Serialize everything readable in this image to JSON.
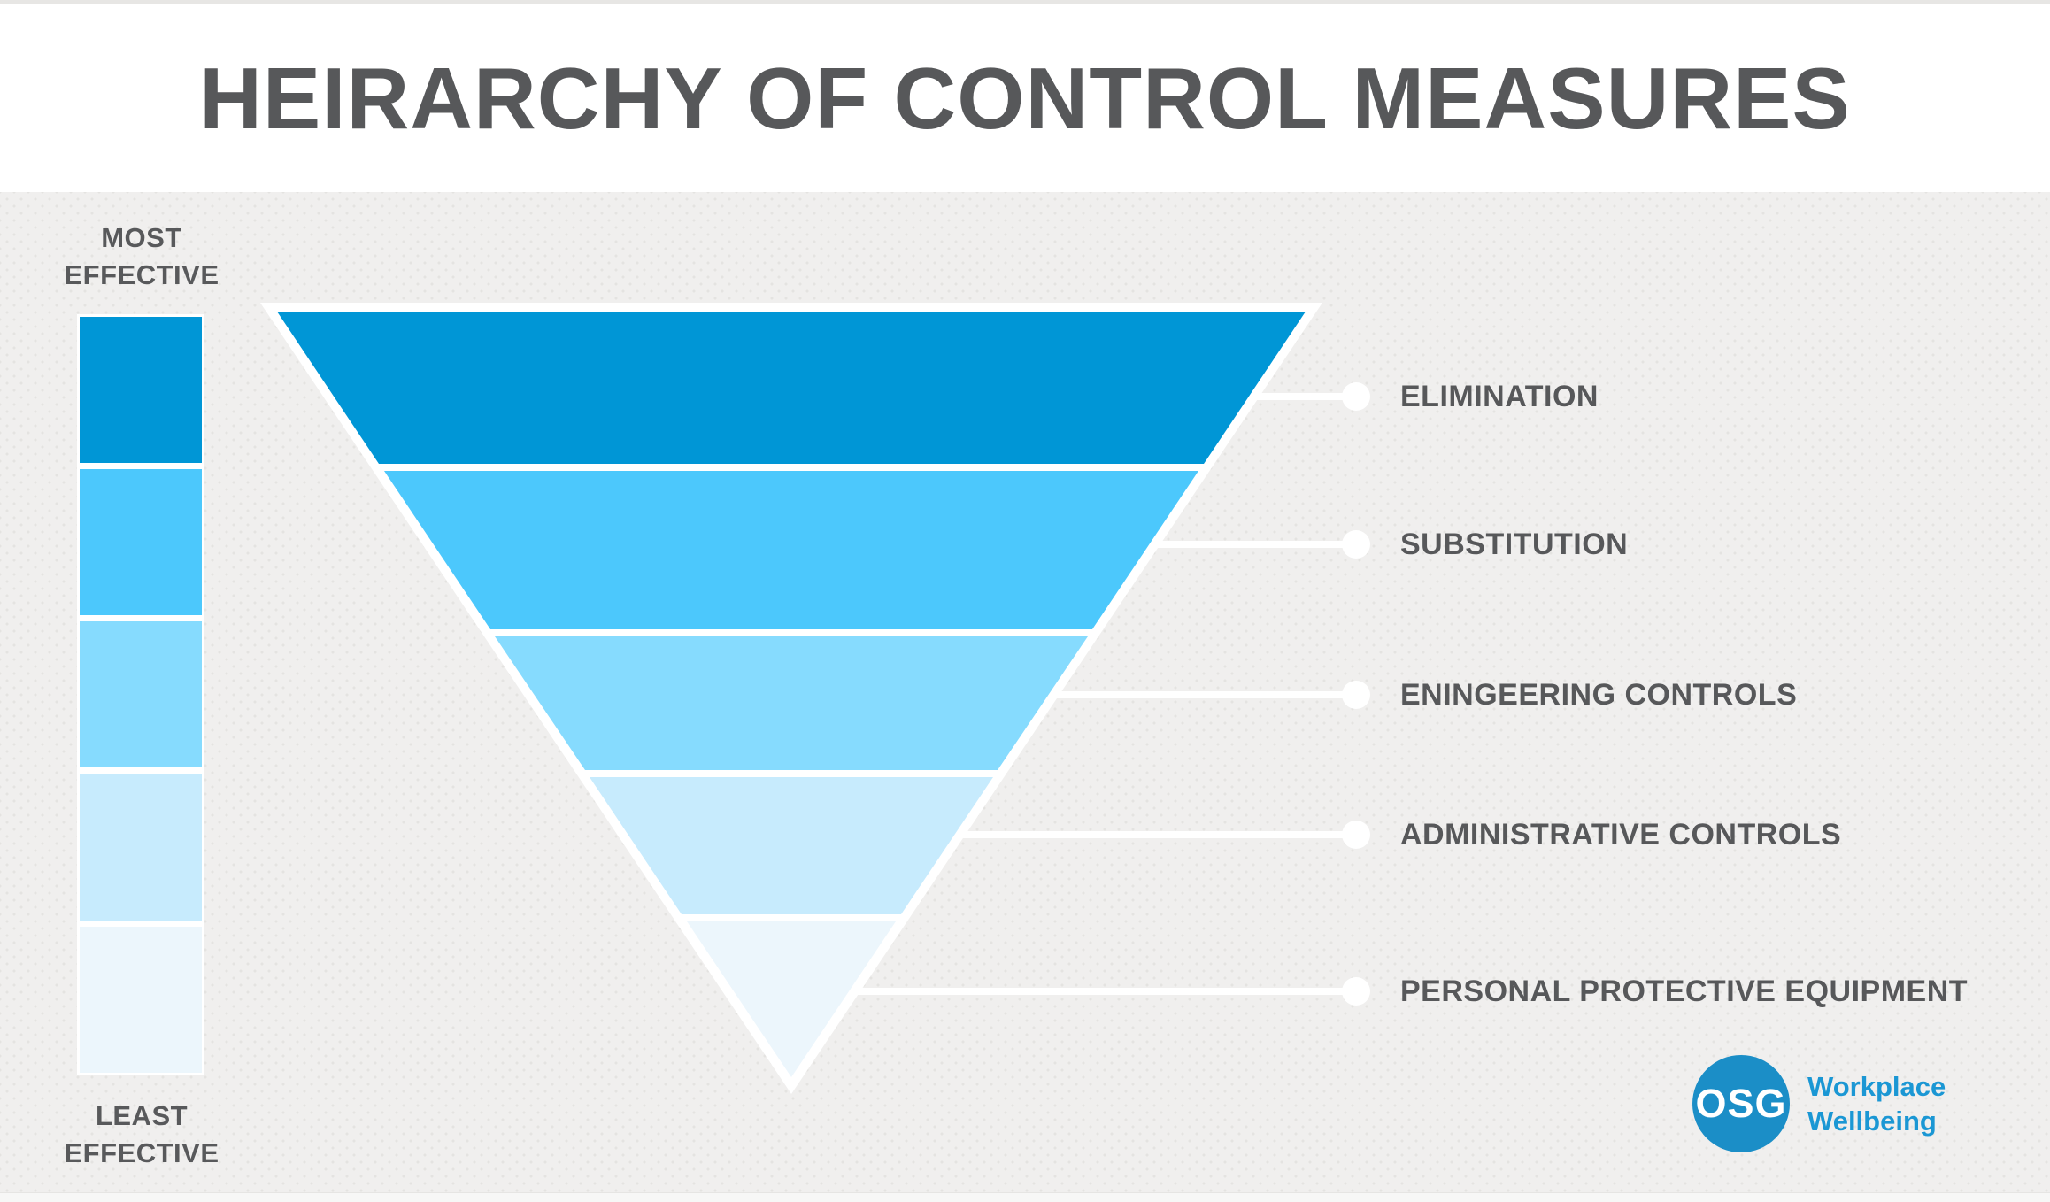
{
  "title": "HEIRARCHY OF CONTROL MEASURES",
  "scale": {
    "most_label": "MOST EFFECTIVE",
    "least_label": "LEAST EFFECTIVE"
  },
  "levels": [
    {
      "label": "ELIMINATION",
      "color": "#0096d6"
    },
    {
      "label": "SUBSTITUTION",
      "color": "#4cc8fc"
    },
    {
      "label": "ENINGEERING CONTROLS",
      "color": "#86dbfe"
    },
    {
      "label": "ADMINISTRATIVE CONTROLS",
      "color": "#c7ebfd"
    },
    {
      "label": "PERSONAL PROTECTIVE EQUIPMENT",
      "color": "#ecf6fc"
    }
  ],
  "logo": {
    "badge": "OSG",
    "wordmark": "Workplace Wellbeing",
    "badge_color": "#1b8ec7",
    "text_color": "#1b97d4"
  },
  "colors": {
    "title_text": "#57585a",
    "label_text": "#58595b",
    "background": "#f0efee",
    "connector": "#ffffff"
  }
}
